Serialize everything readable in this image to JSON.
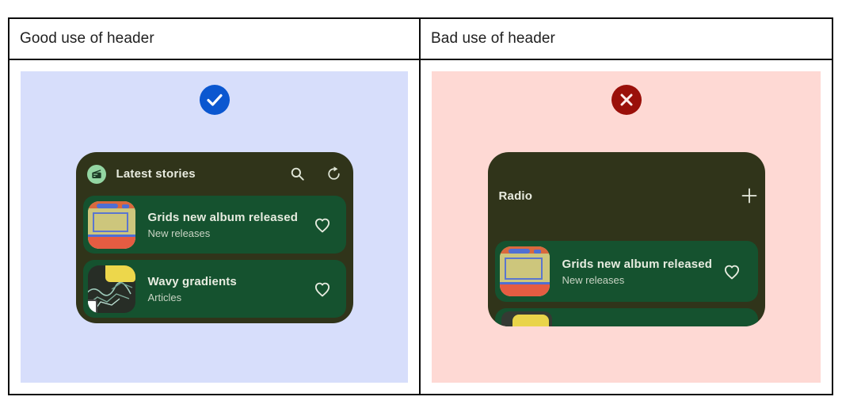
{
  "comparison": {
    "good": {
      "header": "Good use of header",
      "verdict": "do",
      "verdict_icon": "check-icon",
      "panel_color": "#d7defb",
      "badge_color": "#0b57d0",
      "widget": {
        "app_icon": "radio-app-icon",
        "title": "Latest stories",
        "action_icons": [
          "search-icon",
          "refresh-icon"
        ],
        "items": [
          {
            "title": "Grids new album released",
            "subtitle": "New releases",
            "favorite_icon": "heart-icon"
          },
          {
            "title": "Wavy gradients",
            "subtitle": "Articles",
            "favorite_icon": "heart-icon"
          }
        ]
      }
    },
    "bad": {
      "header": "Bad use of header",
      "verdict": "dont",
      "verdict_icon": "close-icon",
      "panel_color": "#fed9d4",
      "badge_color": "#9a100a",
      "widget": {
        "title": "Radio",
        "action_icons": [
          "add-icon"
        ],
        "items": [
          {
            "title": "Grids new album released",
            "subtitle": "New releases",
            "favorite_icon": "heart-icon"
          }
        ],
        "clipped_item": true
      }
    }
  },
  "colors": {
    "widget_background": "#30341a",
    "list_item_background": "#15522f",
    "widget_text": "#e8ebdf",
    "widget_subtext": "#c9d4c4",
    "app_icon_background": "#94d6a3",
    "table_border": "#0c0c0c"
  }
}
